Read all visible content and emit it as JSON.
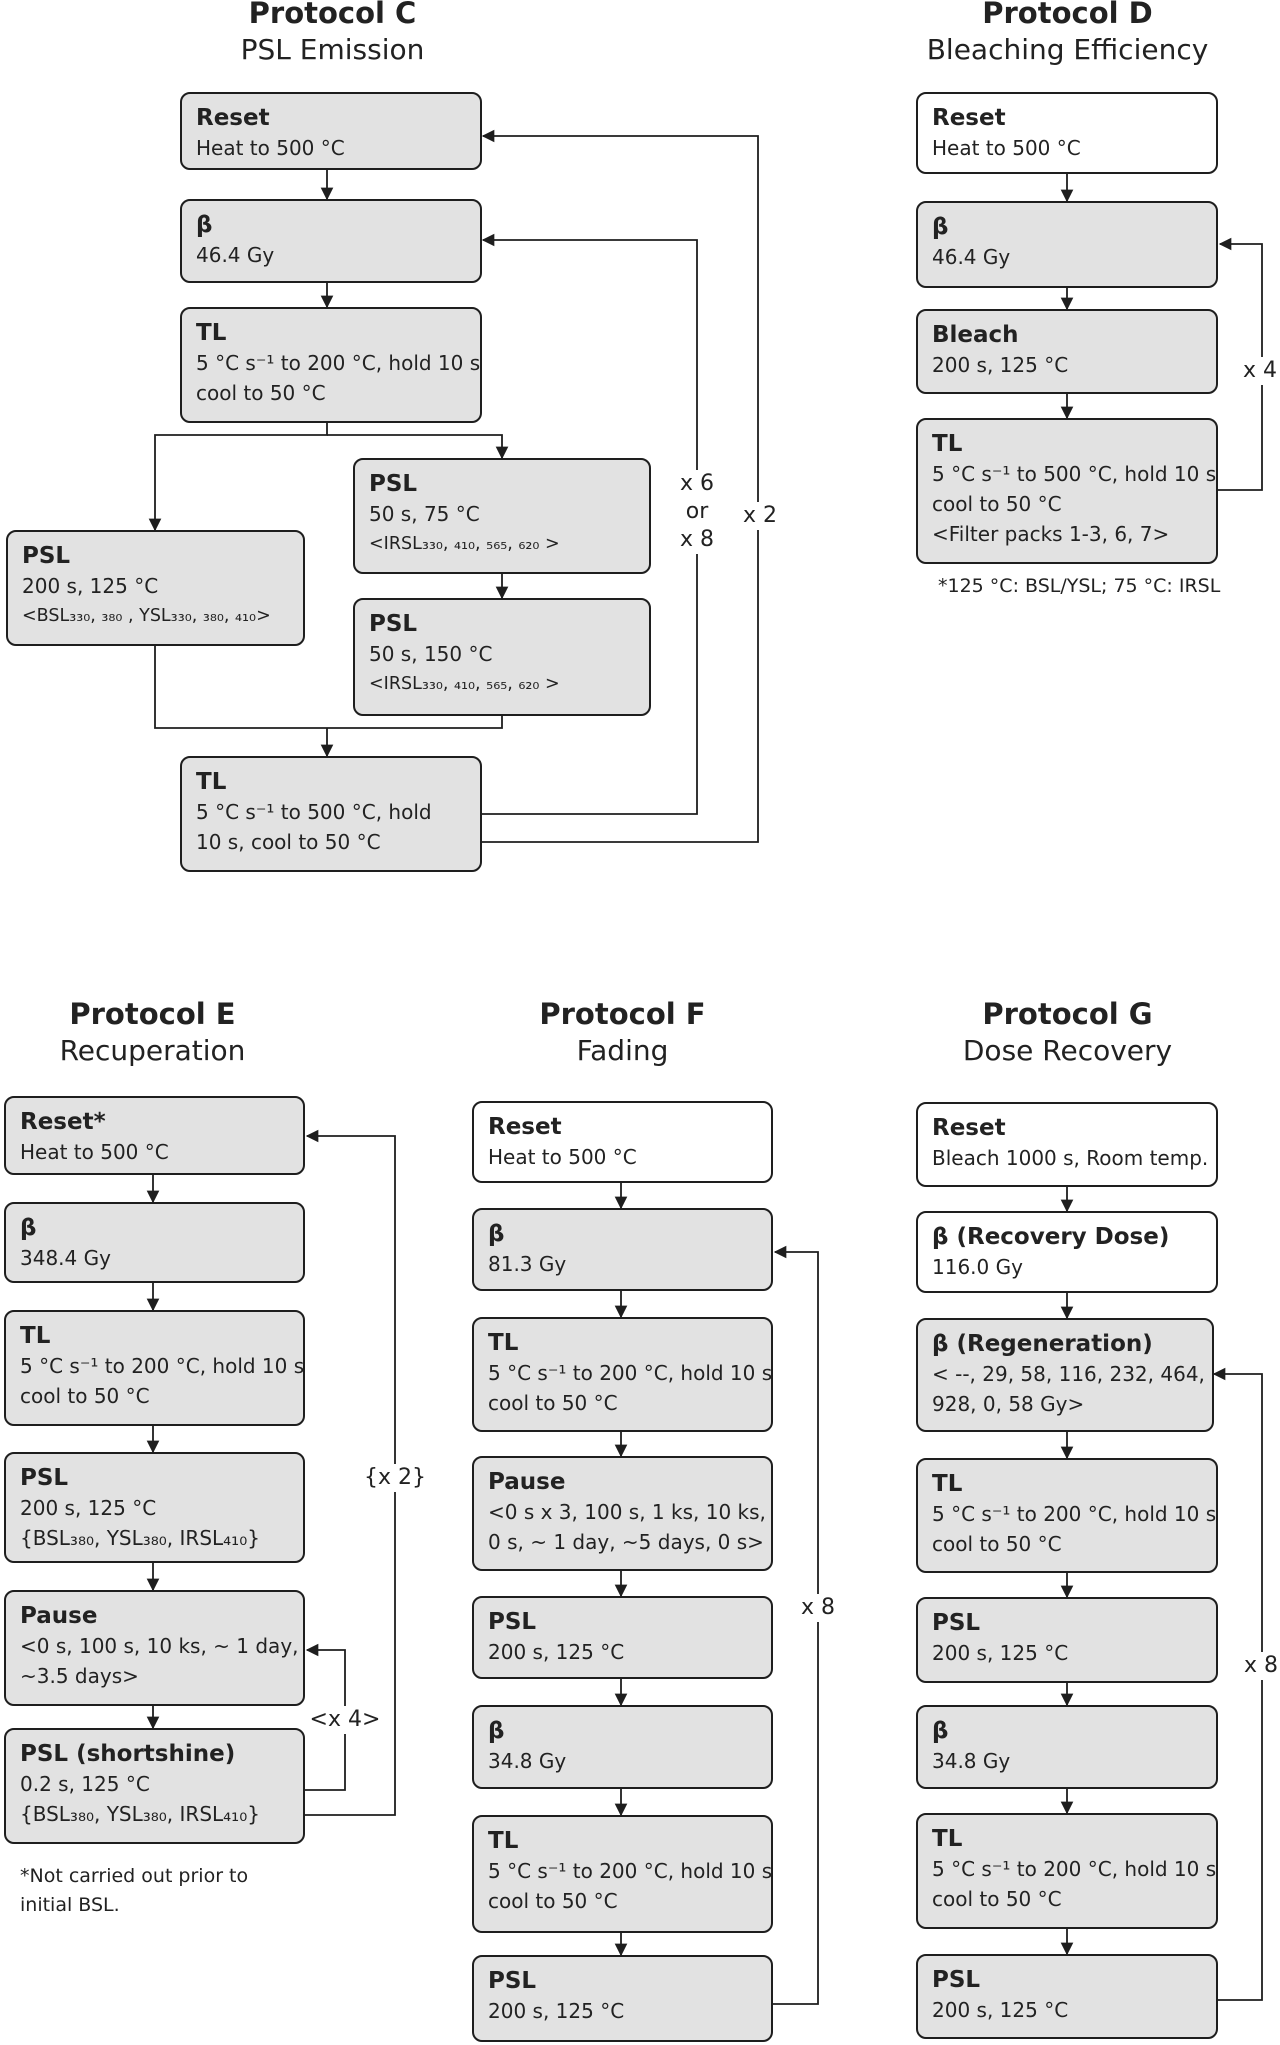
{
  "protocol_c": {
    "title": "Protocol C",
    "subtitle": "PSL Emission",
    "reset": {
      "title": "Reset",
      "lines": [
        "Heat to 500 °C"
      ]
    },
    "beta": {
      "title": "β",
      "lines": [
        "46.4 Gy"
      ]
    },
    "tl1": {
      "title": "TL",
      "lines": [
        "5 °C s⁻¹ to 200 °C, hold 10 s,",
        "cool to 50 °C"
      ]
    },
    "psl_left": {
      "title": "PSL",
      "lines": [
        "200 s, 125 °C",
        "<BSL₃₃₀, ₃₈₀ , YSL₃₃₀, ₃₈₀, ₄₁₀>"
      ]
    },
    "psl_mid1": {
      "title": "PSL",
      "lines": [
        "50 s, 75 °C",
        "<IRSL₃₃₀, ₄₁₀, ₅₆₅, ₆₂₀ >"
      ]
    },
    "psl_mid2": {
      "title": "PSL",
      "lines": [
        "50 s, 150 °C",
        "<IRSL₃₃₀, ₄₁₀, ₅₆₅, ₆₂₀ >"
      ]
    },
    "tl2": {
      "title": "TL",
      "lines": [
        "5 °C s⁻¹ to 500 °C, hold",
        "10 s, cool to 50 °C"
      ]
    },
    "loop_inner": [
      "x 6",
      "or",
      "x 8"
    ],
    "loop_outer": "x 2"
  },
  "protocol_d": {
    "title": "Protocol D",
    "subtitle": "Bleaching Efficiency",
    "reset": {
      "title": "Reset",
      "lines": [
        "Heat to 500 °C"
      ]
    },
    "beta": {
      "title": "β",
      "lines": [
        "46.4 Gy"
      ]
    },
    "bleach": {
      "title": "Bleach",
      "lines": [
        "200 s, 125 °C"
      ]
    },
    "tl": {
      "title": "TL",
      "lines": [
        "5 °C s⁻¹ to 500 °C, hold 10 s,",
        "cool to 50 °C",
        "<Filter packs 1-3, 6, 7>"
      ]
    },
    "loop": "x 4",
    "note": "*125 °C: BSL/YSL; 75 °C: IRSL"
  },
  "protocol_e": {
    "title": "Protocol E",
    "subtitle": "Recuperation",
    "reset": {
      "title": "Reset*",
      "lines": [
        "Heat to 500 °C"
      ]
    },
    "beta": {
      "title": "β",
      "lines": [
        "348.4 Gy"
      ]
    },
    "tl": {
      "title": "TL",
      "lines": [
        "5 °C s⁻¹ to 200 °C, hold 10 s,",
        "cool to 50 °C"
      ]
    },
    "psl": {
      "title": "PSL",
      "lines": [
        "200 s, 125 °C",
        "{BSL₃₈₀, YSL₃₈₀, IRSL₄₁₀}"
      ]
    },
    "pause": {
      "title": "Pause",
      "lines": [
        "<0 s, 100 s, 10 ks, ~ 1 day,",
        "~3.5 days>"
      ]
    },
    "psl_short": {
      "title": "PSL (shortshine)",
      "lines": [
        "0.2 s, 125 °C",
        "{BSL₃₈₀, YSL₃₈₀, IRSL₄₁₀}"
      ]
    },
    "loop_outer": "{x 2}",
    "loop_inner": "<x 4>",
    "note": [
      "*Not carried out prior to",
      "initial BSL."
    ]
  },
  "protocol_f": {
    "title": "Protocol F",
    "subtitle": "Fading",
    "reset": {
      "title": "Reset",
      "lines": [
        "Heat to 500 °C"
      ]
    },
    "beta1": {
      "title": "β",
      "lines": [
        "81.3 Gy"
      ]
    },
    "tl1": {
      "title": "TL",
      "lines": [
        "5 °C s⁻¹ to 200 °C, hold 10 s,",
        "cool to 50 °C"
      ]
    },
    "pause": {
      "title": "Pause",
      "lines": [
        "<0 s x 3, 100 s, 1 ks, 10 ks,",
        "0 s, ~ 1 day, ~5 days, 0 s>"
      ]
    },
    "psl1": {
      "title": "PSL",
      "lines": [
        "200 s, 125 °C"
      ]
    },
    "beta2": {
      "title": "β",
      "lines": [
        "34.8 Gy"
      ]
    },
    "tl2": {
      "title": "TL",
      "lines": [
        "5 °C s⁻¹ to 200 °C, hold 10 s,",
        "cool to 50 °C"
      ]
    },
    "psl2": {
      "title": "PSL",
      "lines": [
        "200 s, 125 °C"
      ]
    },
    "loop": "x 8"
  },
  "protocol_g": {
    "title": "Protocol G",
    "subtitle": "Dose Recovery",
    "reset": {
      "title": "Reset",
      "lines": [
        "Bleach 1000 s, Room temp."
      ]
    },
    "beta_rec": {
      "title": "β (Recovery Dose)",
      "lines": [
        "116.0 Gy"
      ]
    },
    "beta_reg": {
      "title": "β (Regeneration)",
      "lines": [
        "< --, 29, 58, 116, 232, 464,",
        "928, 0, 58 Gy>"
      ]
    },
    "tl1": {
      "title": "TL",
      "lines": [
        "5 °C s⁻¹ to 200 °C, hold 10 s,",
        "cool to 50 °C"
      ]
    },
    "psl1": {
      "title": "PSL",
      "lines": [
        "200 s, 125 °C"
      ]
    },
    "beta2": {
      "title": "β",
      "lines": [
        "34.8 Gy"
      ]
    },
    "tl2": {
      "title": "TL",
      "lines": [
        "5 °C s⁻¹ to 200 °C, hold 10 s,",
        "cool to 50 °C"
      ]
    },
    "psl2": {
      "title": "PSL",
      "lines": [
        "200 s, 125 °C"
      ]
    },
    "loop": "x 8"
  },
  "colors": {
    "box_fill": "#e2e2e2",
    "box_fill_white": "#ffffff",
    "stroke": "#1e1e1e"
  }
}
